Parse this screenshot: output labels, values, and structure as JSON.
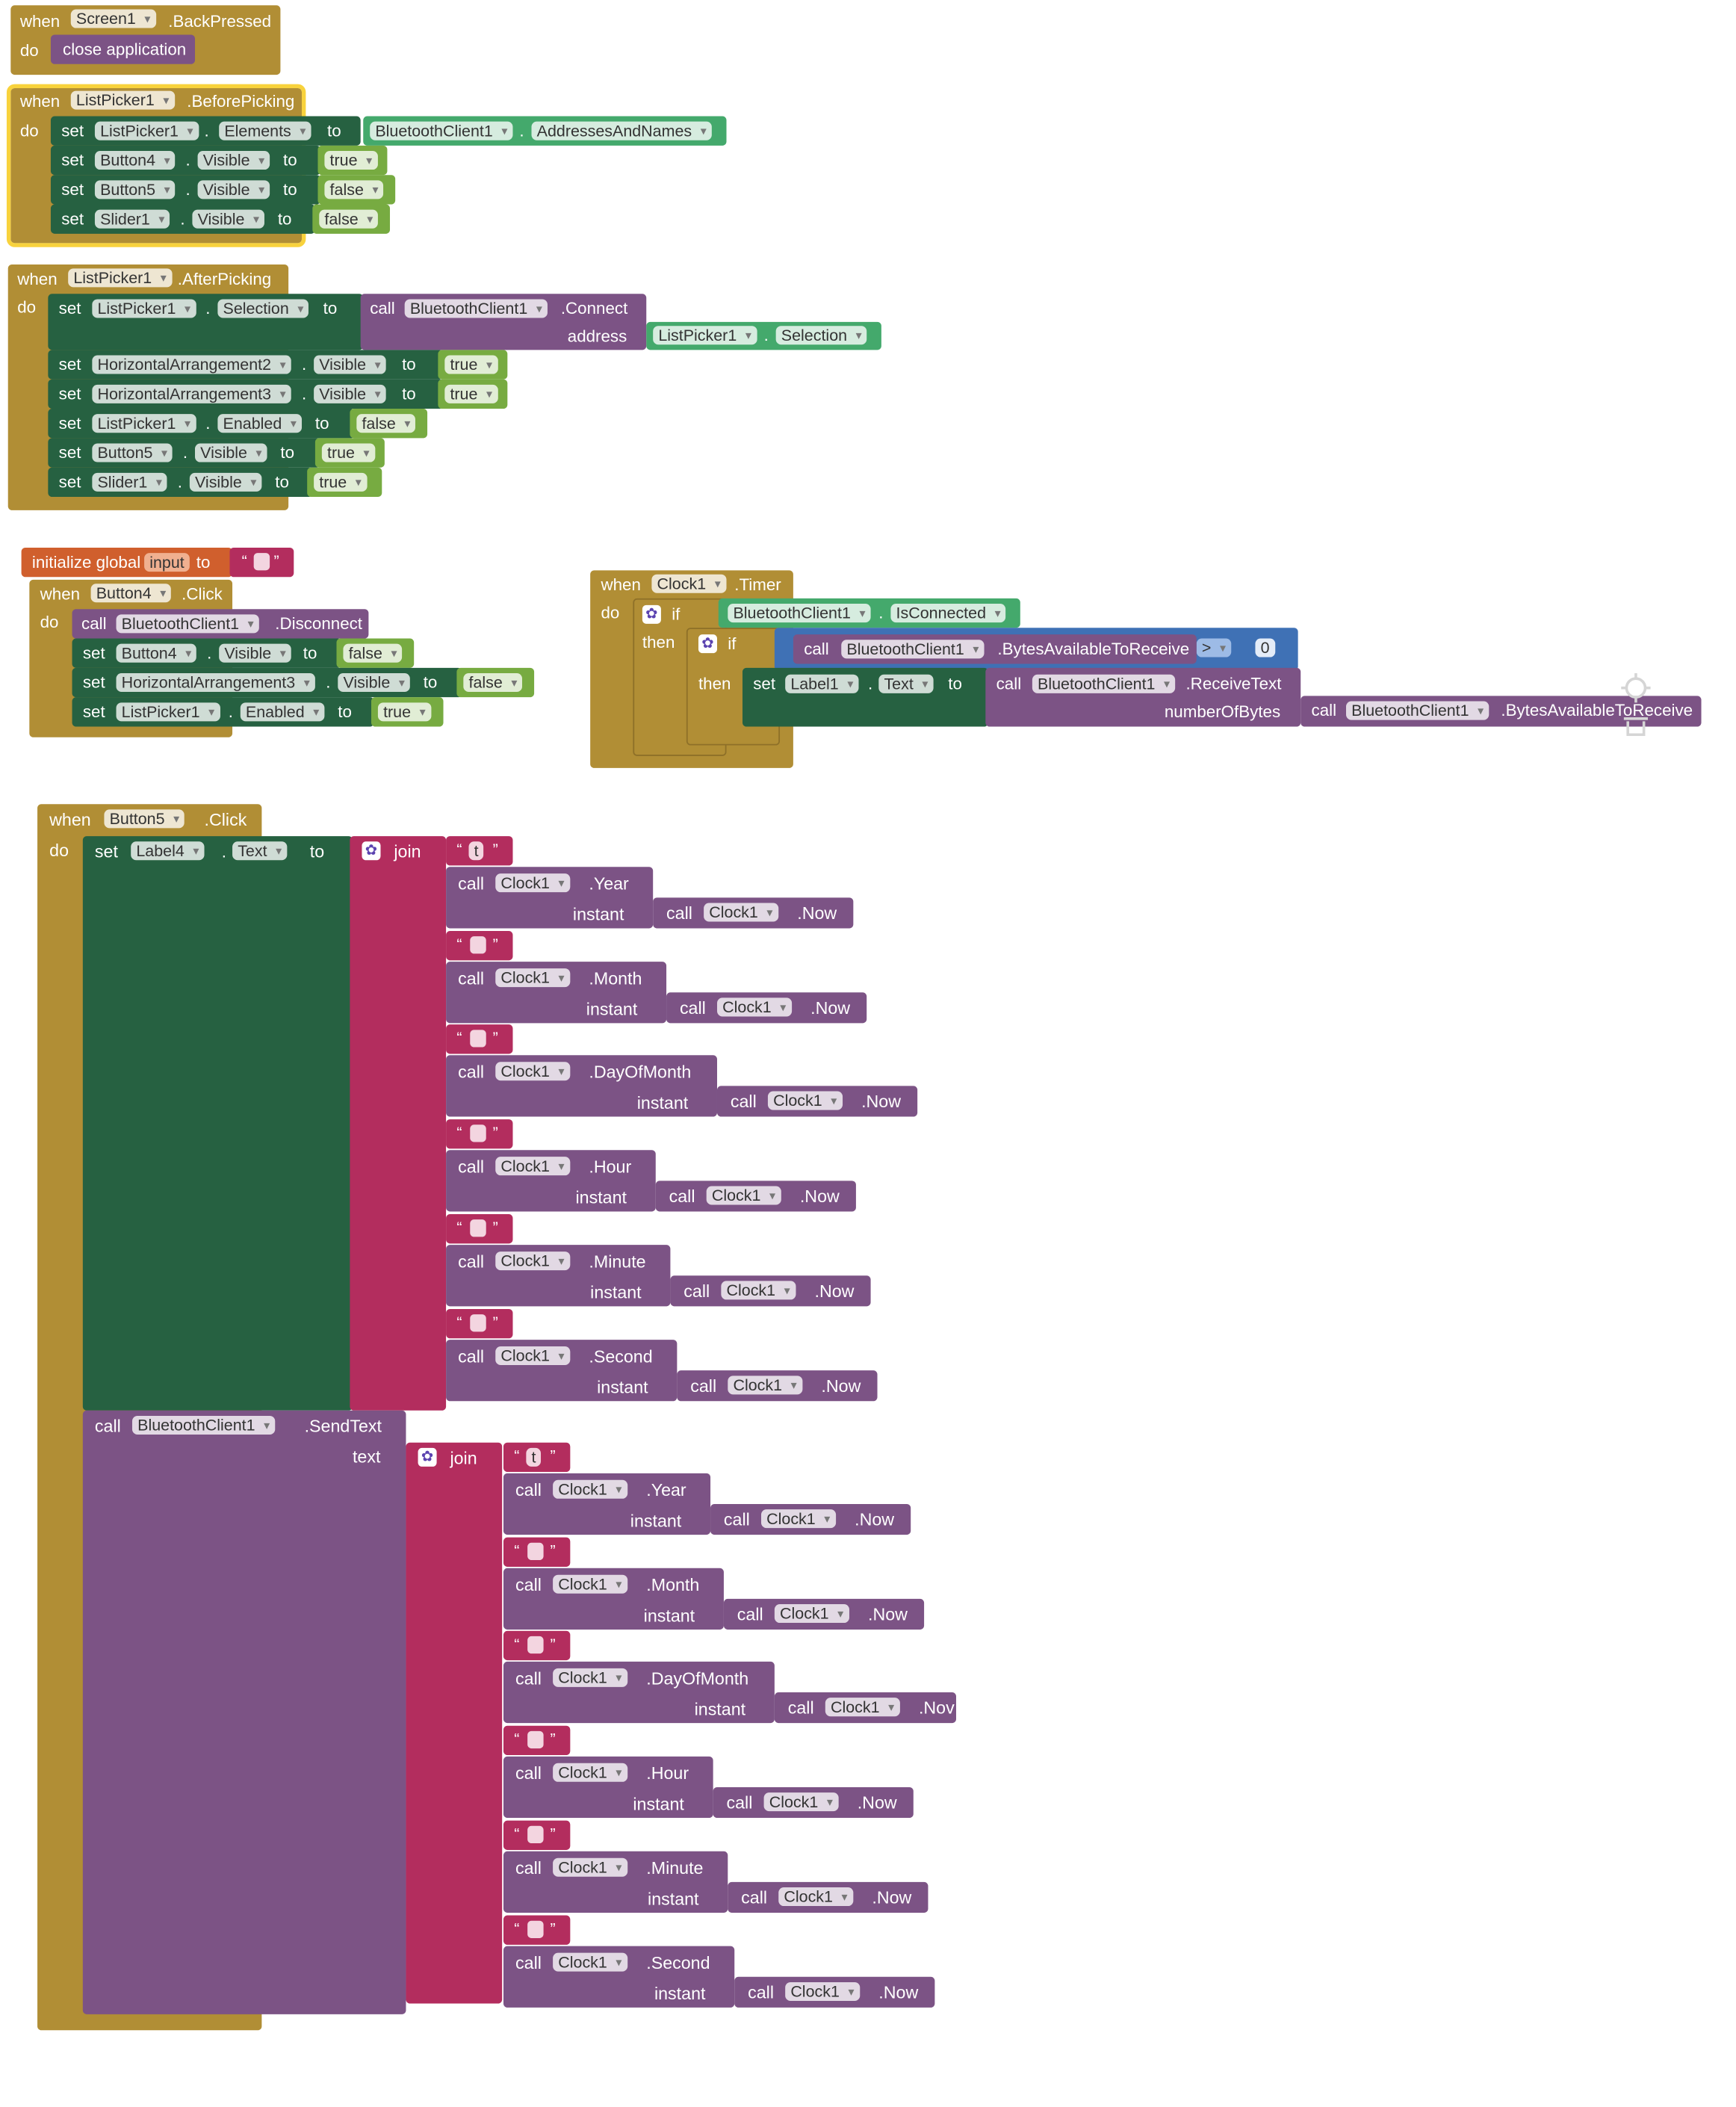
{
  "kw": {
    "when": "when",
    "do": "do",
    "set": "set",
    "to": "to",
    "call": "call",
    "if": "if",
    "then": "then",
    "join": "join",
    "address": "address",
    "instant": "instant",
    "text": "text",
    "numberOfBytes": "numberOfBytes",
    "initialize_global": "initialize global",
    "gt": ">",
    "dot": "."
  },
  "components": {
    "Screen1": "Screen1",
    "ListPicker1": "ListPicker1",
    "BluetoothClient1": "BluetoothClient1",
    "Button4": "Button4",
    "Button5": "Button5",
    "Slider1": "Slider1",
    "HorizontalArrangement2": "HorizontalArrangement2",
    "HorizontalArrangement3": "HorizontalArrangement3",
    "Clock1": "Clock1",
    "Label1": "Label1",
    "Label4": "Label4"
  },
  "props": {
    "Elements": "Elements",
    "AddressesAndNames": "AddressesAndNames",
    "Visible": "Visible",
    "Selection": "Selection",
    "Enabled": "Enabled",
    "IsConnected": "IsConnected",
    "Text": "Text"
  },
  "values": {
    "true": "true",
    "false": "false",
    "zero": "0",
    "t": "t",
    "input": "input"
  },
  "events": {
    "BackPressed": ".BackPressed",
    "BeforePicking": ".BeforePicking",
    "AfterPicking": ".AfterPicking",
    "Click": ".Click",
    "Timer": ".Timer"
  },
  "methods": {
    "close_application": "close application",
    "Connect": ".Connect",
    "Disconnect": ".Disconnect",
    "BytesAvailableToReceive": ".BytesAvailableToReceive",
    "ReceiveText": ".ReceiveText",
    "SendText": ".SendText",
    "Now": ".Now",
    "Now_cut": ".Nov",
    "Year": ".Year",
    "Month": ".Month",
    "DayOfMonth": ".DayOfMonth",
    "Hour": ".Hour",
    "Minute": ".Minute",
    "Second": ".Second"
  },
  "colors": {
    "event": "#b18e35",
    "setter": "#266141",
    "component": "#44a96c",
    "logic": "#77ab41",
    "procedure": "#7c5385",
    "text": "#b32d5e",
    "math": "#3f71b5",
    "variable": "#d05f2d",
    "selection": "#f8d23c"
  }
}
